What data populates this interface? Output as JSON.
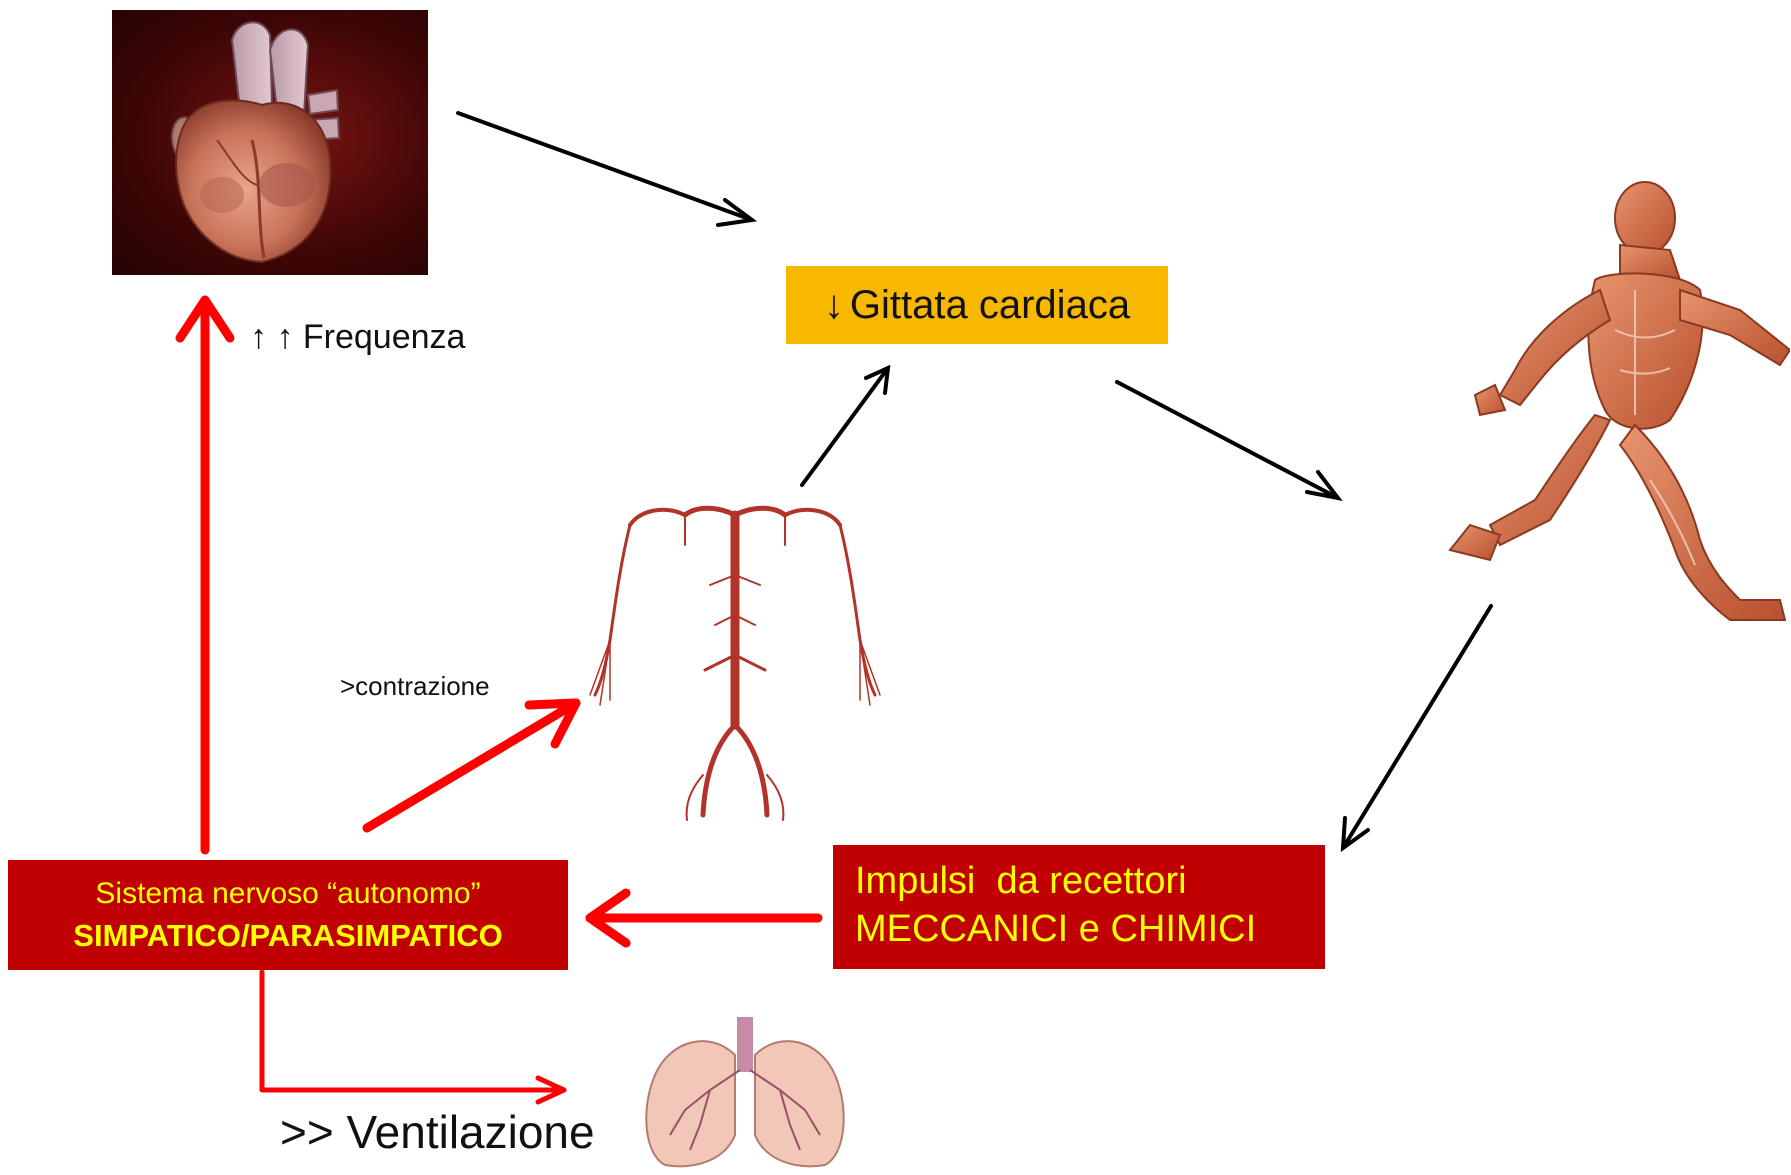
{
  "nodes": {
    "gittata": {
      "arrow": "↓",
      "label": "Gittata cardiaca"
    },
    "frequenza": {
      "label": "↑ ↑ Frequenza"
    },
    "contrazione": {
      "label": ">contrazione"
    },
    "impulsi": {
      "line1": "Impulsi  da recettori",
      "line2": "MECCANICI e CHIMICI"
    },
    "sistema": {
      "line1": "Sistema nervoso “autonomo”",
      "line2": "SIMPATICO/PARASIMPATICO"
    },
    "ventilazione": {
      "label": ">> Ventilazione"
    }
  },
  "images": [
    "heart-illustration",
    "running-man-muscles",
    "arterial-system",
    "lungs"
  ],
  "colors": {
    "red_box": "#c00000",
    "yellow_text": "#ffff00",
    "orange_box": "#f8b800",
    "red_arrow": "#ff0000",
    "black_arrow": "#000000"
  }
}
